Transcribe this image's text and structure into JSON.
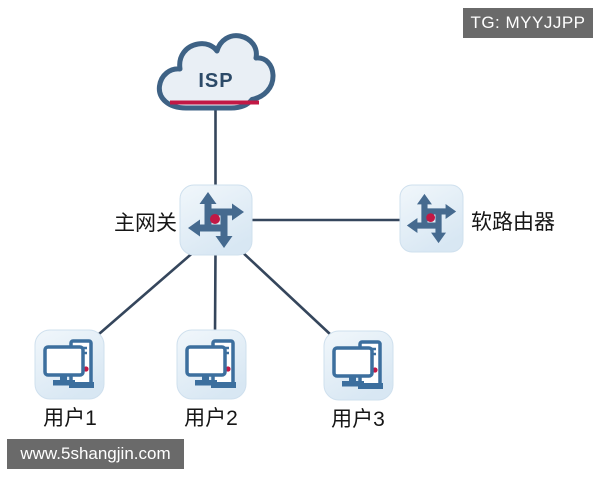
{
  "badge": {
    "text": "TG: MYYJJPP"
  },
  "watermark": {
    "text": "www.5shangjin.com"
  },
  "diagram": {
    "cloud": {
      "label": "ISP"
    },
    "gateway": {
      "label": "主网关"
    },
    "soft_router": {
      "label": "软路由器"
    },
    "users": [
      {
        "label": "用户1"
      },
      {
        "label": "用户2"
      },
      {
        "label": "用户3"
      }
    ],
    "colors": {
      "node_stroke": "#3e6285",
      "cloud_fill": "#e9eff5",
      "arrow": "#456a8f",
      "accent_red": "#c21845",
      "line": "#35465c",
      "pc": "#3c6f9e",
      "box_edge": "#cfe0ee",
      "overlay_bg": "#6a6a6a",
      "overlay_fg": "#ffffff"
    }
  }
}
